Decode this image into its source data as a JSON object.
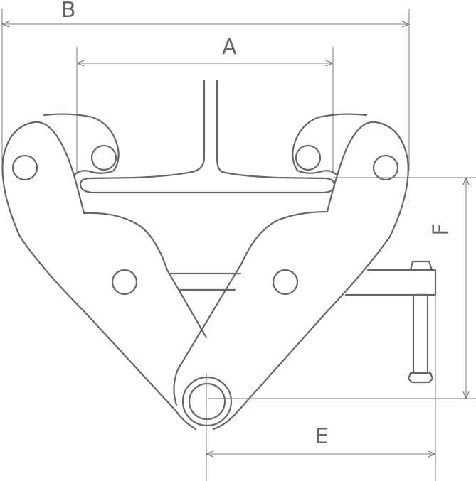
{
  "diagram": {
    "dimensions": {
      "a": "A",
      "b": "B",
      "e": "E",
      "f": "F"
    },
    "colors": {
      "line": "#666666",
      "dimension": "#7a7a7a",
      "background": "#ffffff"
    }
  }
}
